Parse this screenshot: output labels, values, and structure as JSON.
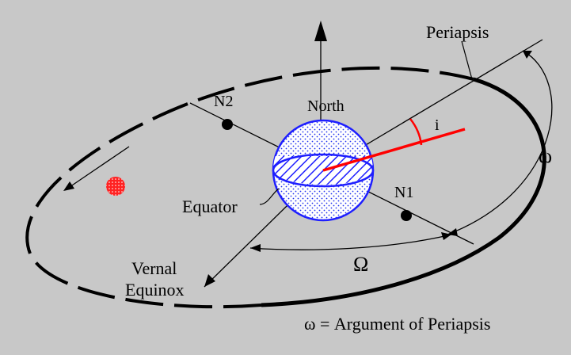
{
  "labels": {
    "periapsis": "Periapsis",
    "north": "North",
    "n1": "N1",
    "n2": "N2",
    "inclination": "i",
    "omega_small": "ω",
    "equator": "Equator",
    "vernal_line1": "Vernal",
    "vernal_line2": "Equinox",
    "omega_big": "Ω",
    "caption": "ω = Argument of Periapsis"
  },
  "colors": {
    "background": "#c8c8c8",
    "orbit": "#000000",
    "sphere": "#1e1eff",
    "red": "#ff0000"
  }
}
